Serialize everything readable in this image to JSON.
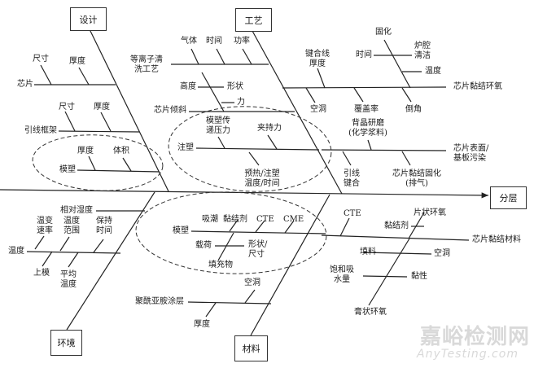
{
  "title": "分层 鱼骨图（因果图）",
  "colors": {
    "line": "#222222",
    "box_border": "#333333",
    "watermark": "#d9d9d9",
    "background": "#ffffff"
  },
  "effect": {
    "label": "分层"
  },
  "categories": {
    "design": {
      "label": "设计"
    },
    "process": {
      "label": "工艺"
    },
    "environment": {
      "label": "环境"
    },
    "material": {
      "label": "材料"
    }
  },
  "design": {
    "chip": {
      "label": "芯片",
      "subs": [
        "尺寸",
        "厚度"
      ]
    },
    "leadframe": {
      "label": "引线框架",
      "subs": [
        "尺寸",
        "厚度"
      ]
    },
    "mold": {
      "label": "模塑",
      "subs": [
        "厚度",
        "体积"
      ]
    }
  },
  "process": {
    "plasma": {
      "label": "等离子清\n洗工艺",
      "subs": [
        "气体",
        "时间",
        "功率"
      ]
    },
    "chip_tilt": {
      "label": "芯片倾斜",
      "subs": [
        "高度",
        "形状",
        "力"
      ]
    },
    "injection": {
      "label": "注塑",
      "subs": [
        "模塑传\n递压力",
        "夹持力",
        "预热/注塑\n温度/时间"
      ]
    },
    "die_attach_epoxy": {
      "label": "芯片黏结环氧",
      "subs": [
        "键合线\n厚度",
        "空洞",
        "覆盖率",
        "倒角",
        "固化",
        "时间",
        "炉腔\n清洁",
        "温度"
      ]
    },
    "surface": {
      "label": "芯片表面/\n基板污染",
      "subs": [
        "背晶研磨\n(化学浆料)",
        "引线\n键合",
        "芯片黏结固化\n(排气)"
      ]
    }
  },
  "environment": {
    "humidity": {
      "label": "相对湿度"
    },
    "temperature": {
      "label": "温度",
      "subs": [
        "温变\n速率",
        "温度\n范围",
        "保持\n时间",
        "上模",
        "平均\n温度"
      ]
    }
  },
  "material": {
    "mold": {
      "label": "模塑",
      "subs": [
        "吸潮",
        "黏结剂",
        "CTE",
        "CME",
        "载荷",
        "形状/\n尺寸",
        "填充物"
      ]
    },
    "polyimide": {
      "label": "聚酰亚胺涂层",
      "subs": [
        "空洞",
        "厚度"
      ]
    },
    "die_attach_material": {
      "label": "芯片黏结材料",
      "subs": [
        "CTE",
        "片状环氧",
        "黏结剂",
        "填料",
        "空洞",
        "饱和吸\n水量",
        "黏性",
        "膏状环氧"
      ]
    }
  },
  "watermark": {
    "line1": "嘉峪检测网",
    "line2": "AnyTesting.com"
  }
}
